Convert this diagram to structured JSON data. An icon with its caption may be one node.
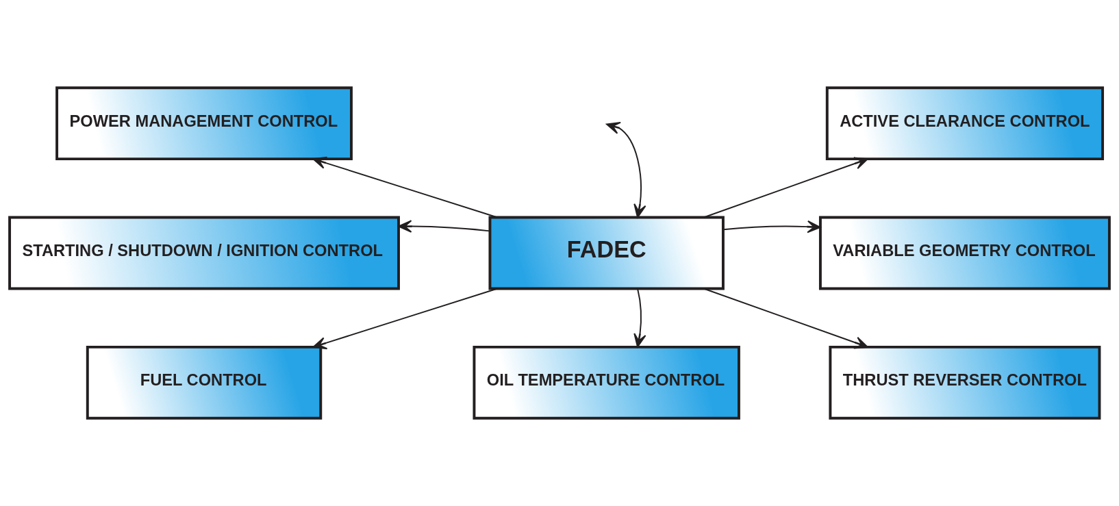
{
  "diagram": {
    "nodes": [
      {
        "text": [
          "POWER MANAGEMENT CONTROL"
        ]
      },
      {
        "text": [
          "ACTIVE CLEARANCE CONTROL"
        ]
      },
      {
        "text": [
          "FADEC"
        ]
      },
      {
        "text": [
          "STARTING / SHUTDOWN / IGNITION CONTROL"
        ]
      },
      {
        "text": [
          "VARIABLE GEOMETRY CONTROL"
        ]
      },
      {
        "text": [
          "FUEL CONTROL"
        ]
      },
      {
        "text": [
          "OIL TEMPERATURE CONTROL"
        ]
      },
      {
        "text": [
          "THRUST REVERSER CONTROL"
        ]
      }
    ],
    "edges": [
      {
        "from": null,
        "to": 2,
        "arrow": "both"
      },
      {
        "from": 2,
        "to": 0,
        "arrow": "to"
      },
      {
        "from": 2,
        "to": 1,
        "arrow": "to"
      },
      {
        "from": 2,
        "to": 3,
        "arrow": "to"
      },
      {
        "from": 2,
        "to": 4,
        "arrow": "to"
      },
      {
        "from": 2,
        "to": 5,
        "arrow": "to"
      },
      {
        "from": 2,
        "to": 6,
        "arrow": "to"
      },
      {
        "from": 2,
        "to": 7,
        "arrow": "to"
      }
    ]
  }
}
